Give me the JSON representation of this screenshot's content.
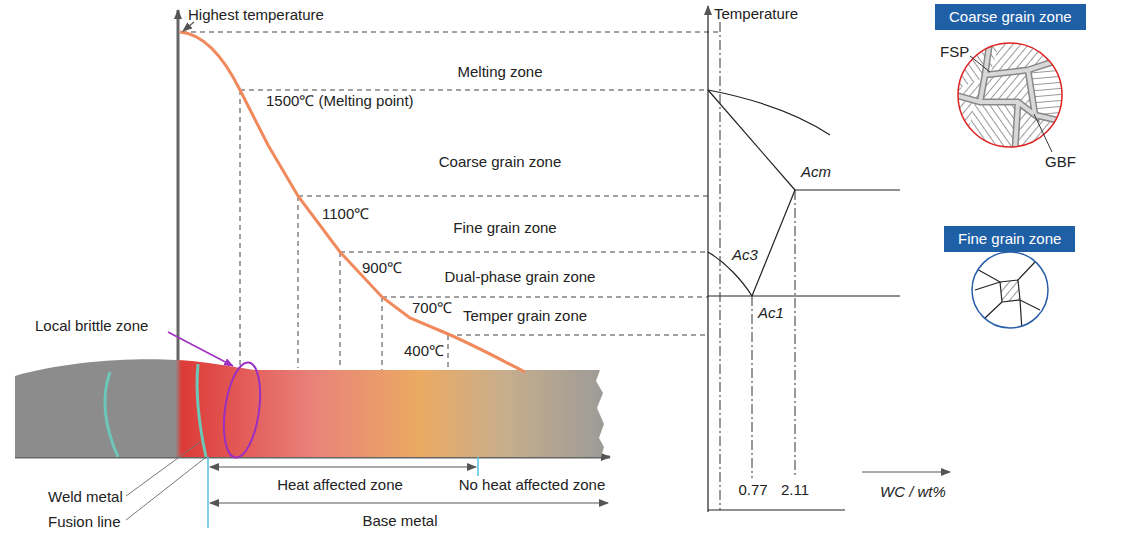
{
  "diagram": {
    "nodes": [
      {
        "text": [
          "Coarse grain zone"
        ]
      },
      {
        "text": [
          "Fine grain zone"
        ]
      }
    ],
    "labels": [
      "Highest temperature",
      "Temperature",
      "Melting zone",
      "1500℃ (Melting point)",
      "Coarse grain zone",
      "1100℃",
      "Fine grain zone",
      "900℃",
      "Dual-phase grain zone",
      "700℃",
      "Temper grain zone",
      "400℃",
      "Local brittle zone",
      "Acm",
      "Ac3",
      "Ac1",
      "Weld metal",
      "Fusion line",
      "Heat affected zone",
      "No heat affected zone",
      "Base metal",
      "0.77",
      "2.11",
      "WC / wt%",
      "FSP",
      "GBF"
    ]
  }
}
